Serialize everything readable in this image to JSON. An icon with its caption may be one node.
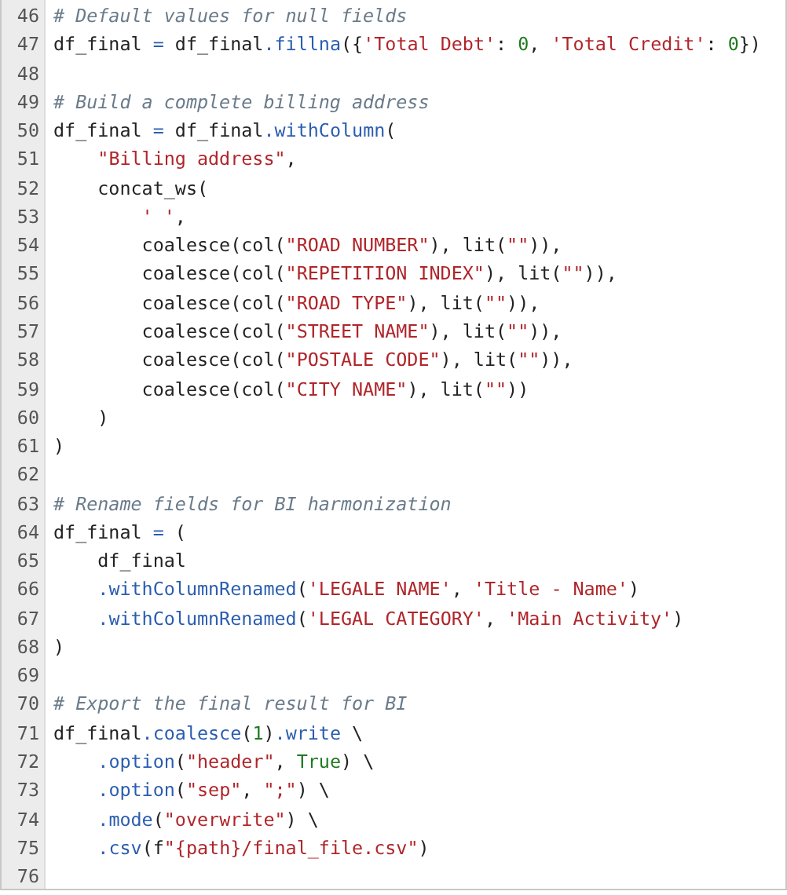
{
  "diagram": {
    "labels": [
      "46",
      "# Default values for null fields",
      "47",
      "df_final = df_final.fillna({'Total Debt': 0, 'Total Credit': 0})",
      "48",
      "49",
      "# Build a complete billing address",
      "50",
      "df_final = df_final.withColumn(",
      "51",
      "    \"Billing address\",",
      "52",
      "    concat_ws(",
      "53",
      "        ' ',",
      "54",
      "        coalesce(col(\"ROAD NUMBER\"), lit(\"\")),",
      "55",
      "        coalesce(col(\"REPETITION INDEX\"), lit(\"\")),",
      "56",
      "        coalesce(col(\"ROAD TYPE\"), lit(\"\")),",
      "57",
      "        coalesce(col(\"STREET NAME\"), lit(\"\")),",
      "58",
      "        coalesce(col(\"POSTALE CODE\"), lit(\"\")),",
      "59",
      "        coalesce(col(\"CITY NAME\"), lit(\"\"))",
      "60",
      "    )",
      "61",
      ")",
      "62",
      "63",
      "# Rename fields for BI harmonization",
      "64",
      "df_final = (",
      "65",
      "    df_final",
      "66",
      "    .withColumnRenamed('LEGALE NAME', 'Title - Name')",
      "67",
      "    .withColumnRenamed('LEGAL CATEGORY', 'Main Activity')",
      "68",
      ")",
      "69",
      "70",
      "# Export the final result for BI",
      "71",
      "df_final.coalesce(1).write \\",
      "72",
      "    .option(\"header\", True) \\",
      "73",
      "    .option(\"sep\", \";\") \\",
      "74",
      "    .mode(\"overwrite\") \\",
      "75",
      "    .csv(f\"{path}/final_file.csv\")",
      "76"
    ]
  }
}
